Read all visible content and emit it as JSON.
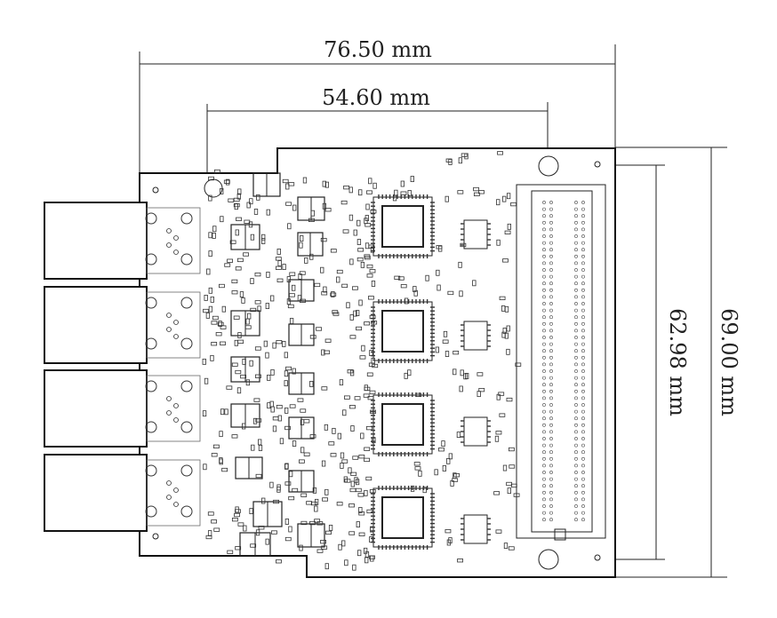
{
  "dimensions": {
    "top_width": "76.50 mm",
    "inner_width": "54.60 mm",
    "inner_height": "62.98 mm",
    "total_height": "69.00 mm"
  },
  "colors": {
    "line": "#222222",
    "board_outline": "#111111",
    "background": "#ffffff"
  }
}
